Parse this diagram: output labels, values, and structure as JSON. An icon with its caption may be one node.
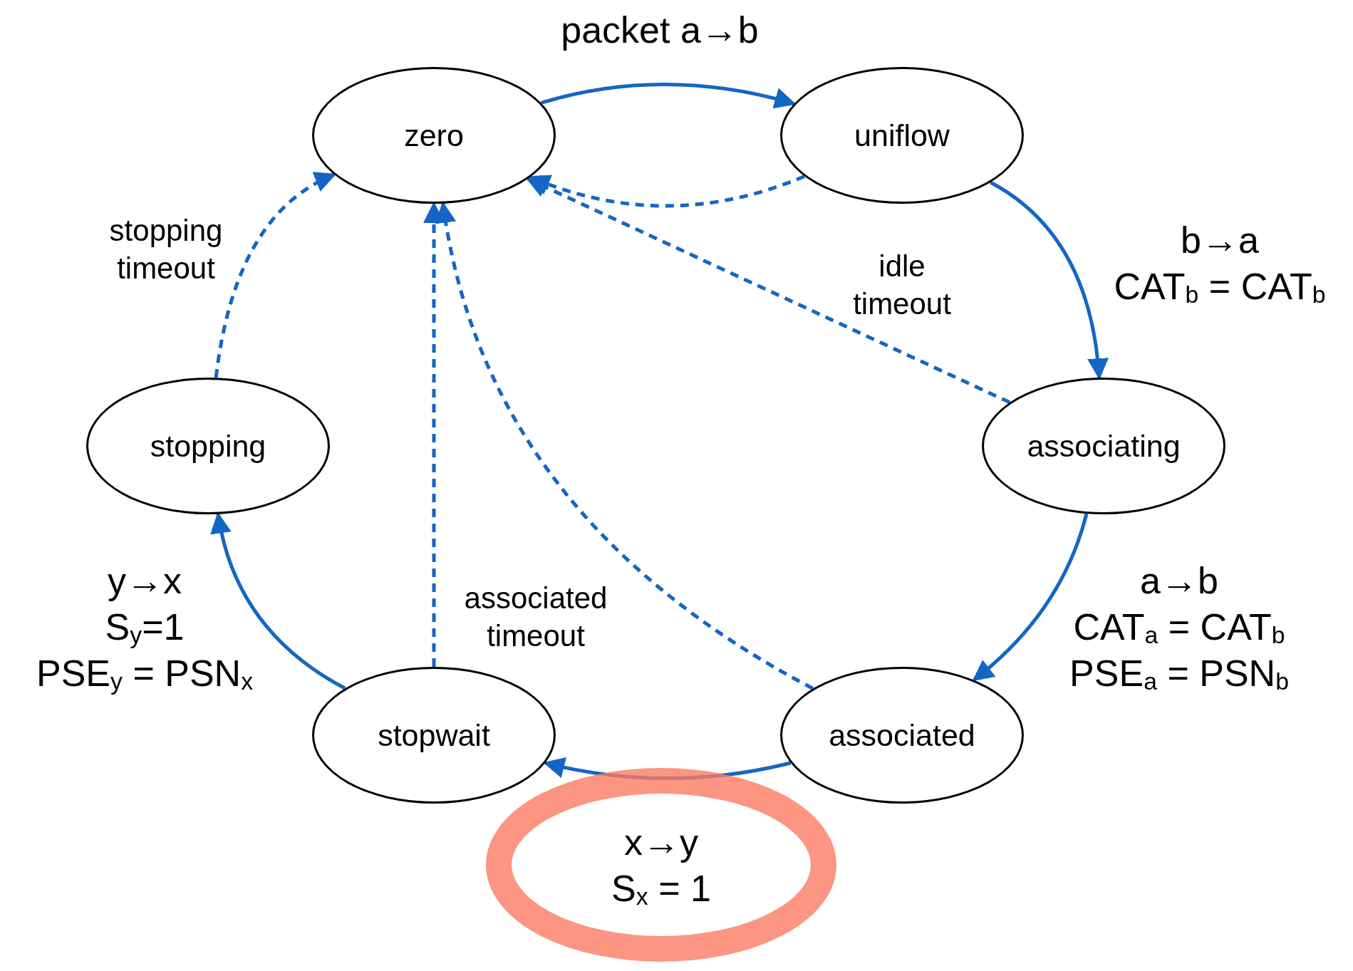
{
  "diagram": {
    "nodes": [
      {
        "text": [
          "zero"
        ]
      },
      {
        "text": [
          "uniflow"
        ]
      },
      {
        "text": [
          "stopping"
        ]
      },
      {
        "text": [
          "associating"
        ]
      },
      {
        "text": [
          "stopwait"
        ]
      },
      {
        "text": [
          "associated"
        ]
      }
    ],
    "edges": [
      {
        "from": 0,
        "to": 1,
        "arrow": "to",
        "label": "packet a→b"
      },
      {
        "from": 1,
        "to": 0,
        "arrow": "to",
        "style": "dashed"
      },
      {
        "from": 1,
        "to": 3,
        "arrow": "to",
        "label": "b→a CAT$_{b}$ = CAT$_{b}$"
      },
      {
        "from": 3,
        "to": 0,
        "arrow": "to",
        "style": "dashed",
        "label": "idle timeout"
      },
      {
        "from": 3,
        "to": 5,
        "arrow": "to",
        "label": "a→b CAT$_{a}$ = CAT$_{b}$ PSE$_{a}$ = PSN$_{b}$"
      },
      {
        "from": 5,
        "to": 0,
        "arrow": "to",
        "style": "dashed"
      },
      {
        "from": 5,
        "to": 4,
        "arrow": "to",
        "label": "x→y S$_{x}$ = 1"
      },
      {
        "from": 4,
        "to": 0,
        "arrow": "to",
        "style": "dashed",
        "label": "associated timeout"
      },
      {
        "from": 4,
        "to": 2,
        "arrow": "to",
        "label": "y→x S$_{y}$=1 PSE$_{y}$ = PSN$_{x}$"
      },
      {
        "from": 2,
        "to": 0,
        "arrow": "to",
        "style": "dashed",
        "label": "stopping timeout"
      }
    ]
  }
}
